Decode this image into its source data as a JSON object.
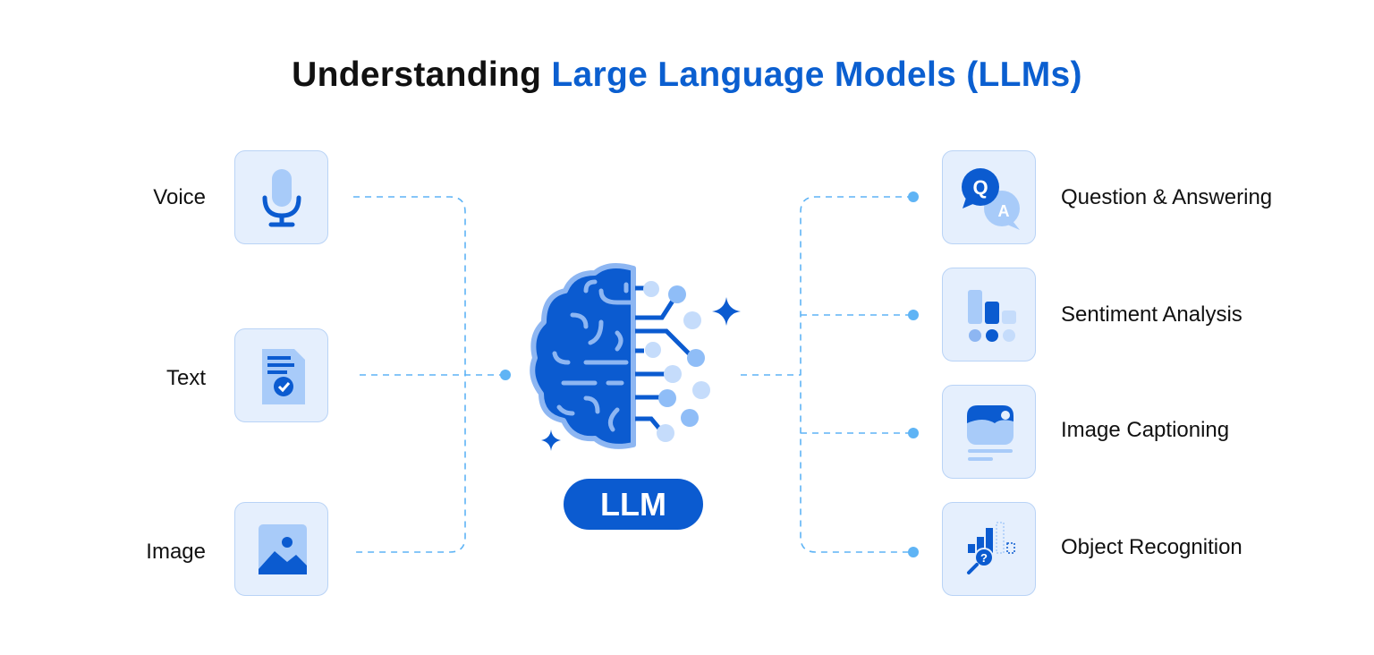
{
  "title": {
    "prefix": "Understanding",
    "accent": "Large Language Models (LLMs)"
  },
  "inputs": [
    {
      "label": "Voice",
      "icon": "microphone-icon"
    },
    {
      "label": "Text",
      "icon": "document-check-icon"
    },
    {
      "label": "Image",
      "icon": "image-icon"
    }
  ],
  "center": {
    "label": "LLM",
    "icon": "brain-circuit-icon"
  },
  "outputs": [
    {
      "label": "Question & Answering",
      "icon": "qa-bubbles-icon"
    },
    {
      "label": "Sentiment Analysis",
      "icon": "sentiment-bars-icon"
    },
    {
      "label": "Image Captioning",
      "icon": "image-caption-icon"
    },
    {
      "label": "Object Recognition",
      "icon": "magnifier-chart-icon"
    }
  ],
  "colors": {
    "primary": "#0b5bd0",
    "light": "#a8cbf9",
    "tile_bg": "#e5effd",
    "connector": "#5fb4f5"
  }
}
